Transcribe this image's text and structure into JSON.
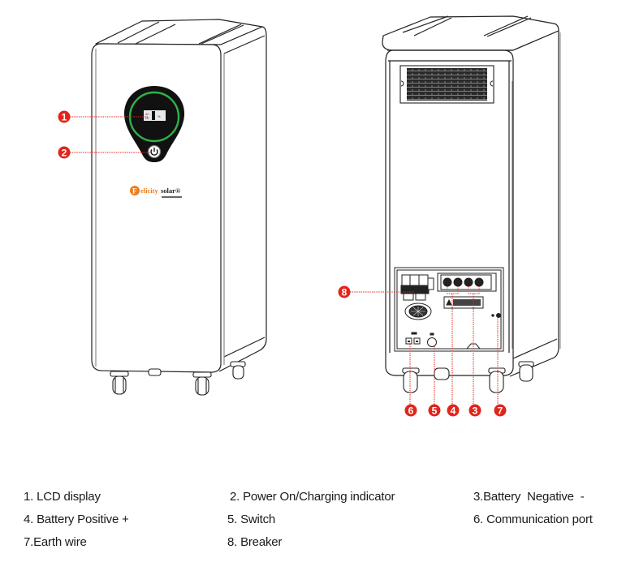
{
  "figure": {
    "front_view": {
      "brand_logo": "Felicitysolar",
      "brand_logo_initial": "F",
      "brand_logo_rest": "elicity",
      "brand_logo_suffix": "solar®",
      "callouts": [
        "1",
        "2"
      ]
    },
    "rear_view": {
      "callouts": [
        "8",
        "6",
        "5",
        "4",
        "3",
        "7"
      ]
    },
    "colors": {
      "callout_red": "#e1251b",
      "display_ring_green": "#2db34a",
      "outline": "#222222",
      "panel_dark": "#111111"
    }
  },
  "legend": {
    "items": [
      {
        "number": "1",
        "text": "1. LCD display"
      },
      {
        "number": "2",
        "text": "2. Power On/Charging indicator"
      },
      {
        "number": "3",
        "text": "3.Battery  Negative  -"
      },
      {
        "number": "4",
        "text": "4. Battery Positive +"
      },
      {
        "number": "5",
        "text": "5. Switch"
      },
      {
        "number": "6",
        "text": "6. Communication port"
      },
      {
        "number": "7",
        "text": "7.Earth wire"
      },
      {
        "number": "8",
        "text": "8. Breaker"
      }
    ]
  }
}
